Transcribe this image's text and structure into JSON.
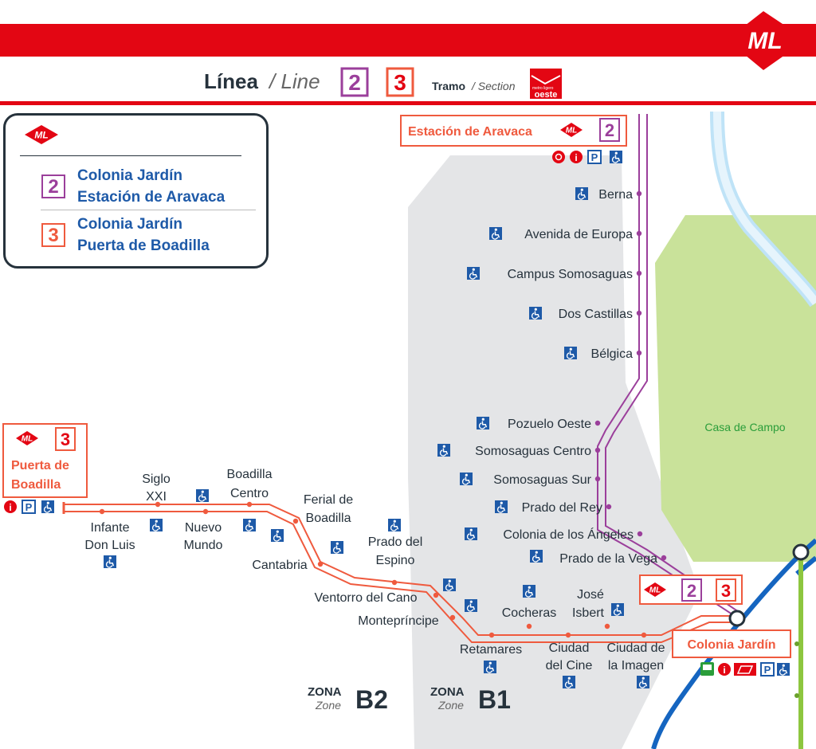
{
  "header": {
    "line_label": "Línea",
    "line_label_en": "/ Line",
    "line2": "2",
    "line3": "3",
    "tramo_label": "Tramo",
    "tramo_label_en": "/ Section",
    "section_logo_small": "metro ligero",
    "section_logo_word": "oeste"
  },
  "logo_text": "ML",
  "legend": {
    "route2_badge": "2",
    "route2_lines": [
      "Colonia Jardín",
      "Estación de Aravaca"
    ],
    "route3_badge": "3",
    "route3_lines": [
      "Colonia Jardín",
      "Puerta de Boadilla"
    ]
  },
  "terminals": {
    "aravaca": {
      "name": "Estación de Aravaca",
      "line": "2",
      "services": [
        "bus-interchange",
        "info",
        "parking",
        "accessible"
      ]
    },
    "boadilla": {
      "name_lines": [
        "Puerta de",
        "Boadilla"
      ],
      "line": "3",
      "services": [
        "info",
        "parking",
        "accessible"
      ]
    },
    "colonia": {
      "name": "Colonia Jardín",
      "lines": [
        "2",
        "3"
      ],
      "services": [
        "intercity-bus",
        "info",
        "ticket",
        "parking",
        "accessible"
      ]
    }
  },
  "line2_stations": [
    "Berna",
    "Avenida de Europa",
    "Campus Somosaguas",
    "Dos Castillas",
    "Bélgica",
    "Pozuelo Oeste",
    "Somosaguas Centro",
    "Somosaguas Sur",
    "Prado del Rey",
    "Colonia de los Ángeles",
    "Prado de la Vega"
  ],
  "line3_stations": {
    "infante": [
      "Infante",
      "Don Luis"
    ],
    "siglo": [
      "Siglo",
      "XXI"
    ],
    "nuevo": [
      "Nuevo",
      "Mundo"
    ],
    "boadilla_centro": [
      "Boadilla",
      "Centro"
    ],
    "ferial": [
      "Ferial de",
      "Boadilla"
    ],
    "cantabria": "Cantabria",
    "prado_espino": [
      "Prado del",
      "Espino"
    ],
    "ventorro": "Ventorro del Cano",
    "montepr": "Montepríncipe",
    "retamares": "Retamares",
    "cocheras": "Cocheras",
    "isbert": [
      "José",
      "Isbert"
    ],
    "cine": [
      "Ciudad",
      "del Cine"
    ],
    "imagen": [
      "Ciudad de",
      "la Imagen"
    ]
  },
  "casa_de_campo": "Casa de Campo",
  "zones": {
    "b2": {
      "word": "ZONA",
      "word_en": "Zone",
      "code": "B2"
    },
    "b1": {
      "word": "ZONA",
      "word_en": "Zone",
      "code": "B1"
    }
  },
  "colors": {
    "brand_red": "#e30613",
    "line2_purple": "#9b3f9b",
    "line3_red": "#ef5a3e",
    "zone_gray": "#e4e5e7",
    "park_green": "#c9e29a",
    "access_blue": "#1e5aa8",
    "metro_blue": "#1565c0",
    "cercanias_green": "#8dc63f",
    "river_blue": "#bfe3f7"
  }
}
